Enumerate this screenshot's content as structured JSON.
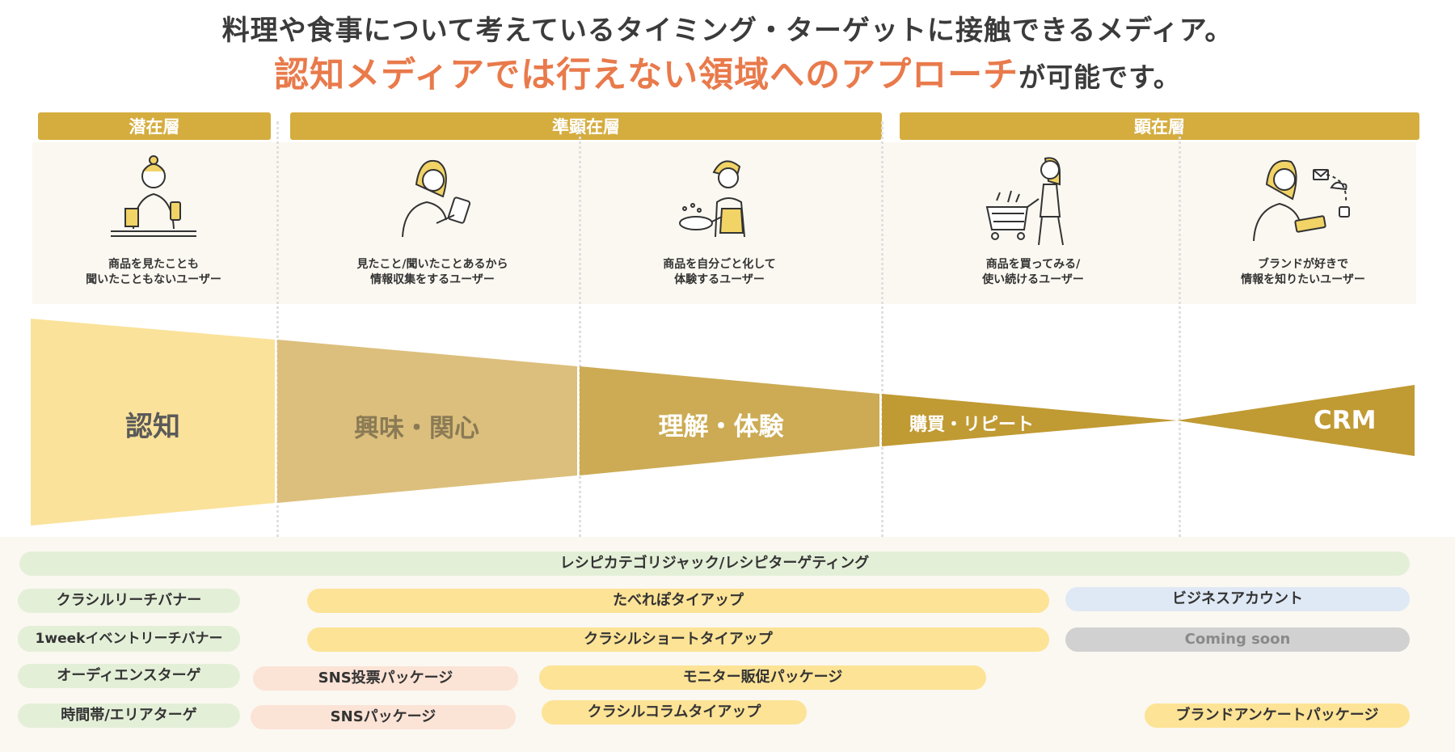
{
  "header": {
    "line1": "料理や食事について考えているタイミング・ターゲットに接触できるメディア。",
    "line2_accent": "認知メディアでは行えない領域へのアプローチ",
    "line2_tail": "が可能です。"
  },
  "layers": [
    {
      "label": "潜在層"
    },
    {
      "label": "準顕在層"
    },
    {
      "label": "顕在層"
    }
  ],
  "personas": [
    {
      "caption": "商品を見たことも\n聞いたこともないユーザー",
      "icon": "person-with-drink-and-phone-icon"
    },
    {
      "caption": "見たこと/聞いたことあるから\n情報収集をするユーザー",
      "icon": "person-with-tablet-icon"
    },
    {
      "caption": "商品を自分ごと化して\n体験するユーザー",
      "icon": "person-cooking-icon"
    },
    {
      "caption": "商品を買ってみる/\n使い続けるユーザー",
      "icon": "shopper-with-cart-icon"
    },
    {
      "caption": "ブランドが好きで\n情報を知りたいユーザー",
      "icon": "person-reading-messages-icon"
    }
  ],
  "funnel": {
    "stages": [
      "認知",
      "興味・関心",
      "理解・体験",
      "購買・リピート",
      "CRM"
    ],
    "colors": [
      "#fbe29a",
      "#dcbf7c",
      "#ccab54",
      "#c09a33",
      "#c09a33"
    ]
  },
  "tactics": {
    "full_width": "レシピカテゴリジャック/レシピターゲティング",
    "left_column": [
      "クラシルリーチバナー",
      "1weekイベントリーチバナー",
      "オーディエンスターゲ",
      "時間帯/エリアターゲ"
    ],
    "tabereppo": "たべれぽタイアップ",
    "kurashiru_short": "クラシルショートタイアップ",
    "sns_vote": "SNS投票パッケージ",
    "sns_package": "SNSパッケージ",
    "monitor": "モニター販促パッケージ",
    "column_tieup": "クラシルコラムタイアップ",
    "business_account": "ビジネスアカウント",
    "coming_soon": "Coming soon",
    "brand_survey": "ブランドアンケートパッケージ"
  }
}
